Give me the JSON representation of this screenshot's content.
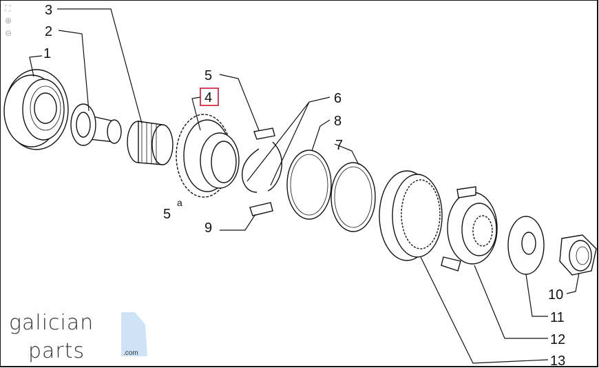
{
  "toolbar": {
    "fit_icon": "fit-screen-icon",
    "zoom_in_icon": "zoom-in-icon",
    "zoom_out_icon": "zoom-out-icon"
  },
  "callouts": {
    "c1": "1",
    "c2": "2",
    "c3": "3",
    "c4": "4",
    "c5": "5",
    "c5a": "5",
    "c5a_sup": "a",
    "c6": "6",
    "c7": "7",
    "c8": "8",
    "c9": "9",
    "c10": "10",
    "c11": "11",
    "c12": "12",
    "c13": "13"
  },
  "highlight_color": "#d0021b",
  "logo": {
    "line1": "galician",
    "line2": "parts",
    "suffix": ".com"
  }
}
